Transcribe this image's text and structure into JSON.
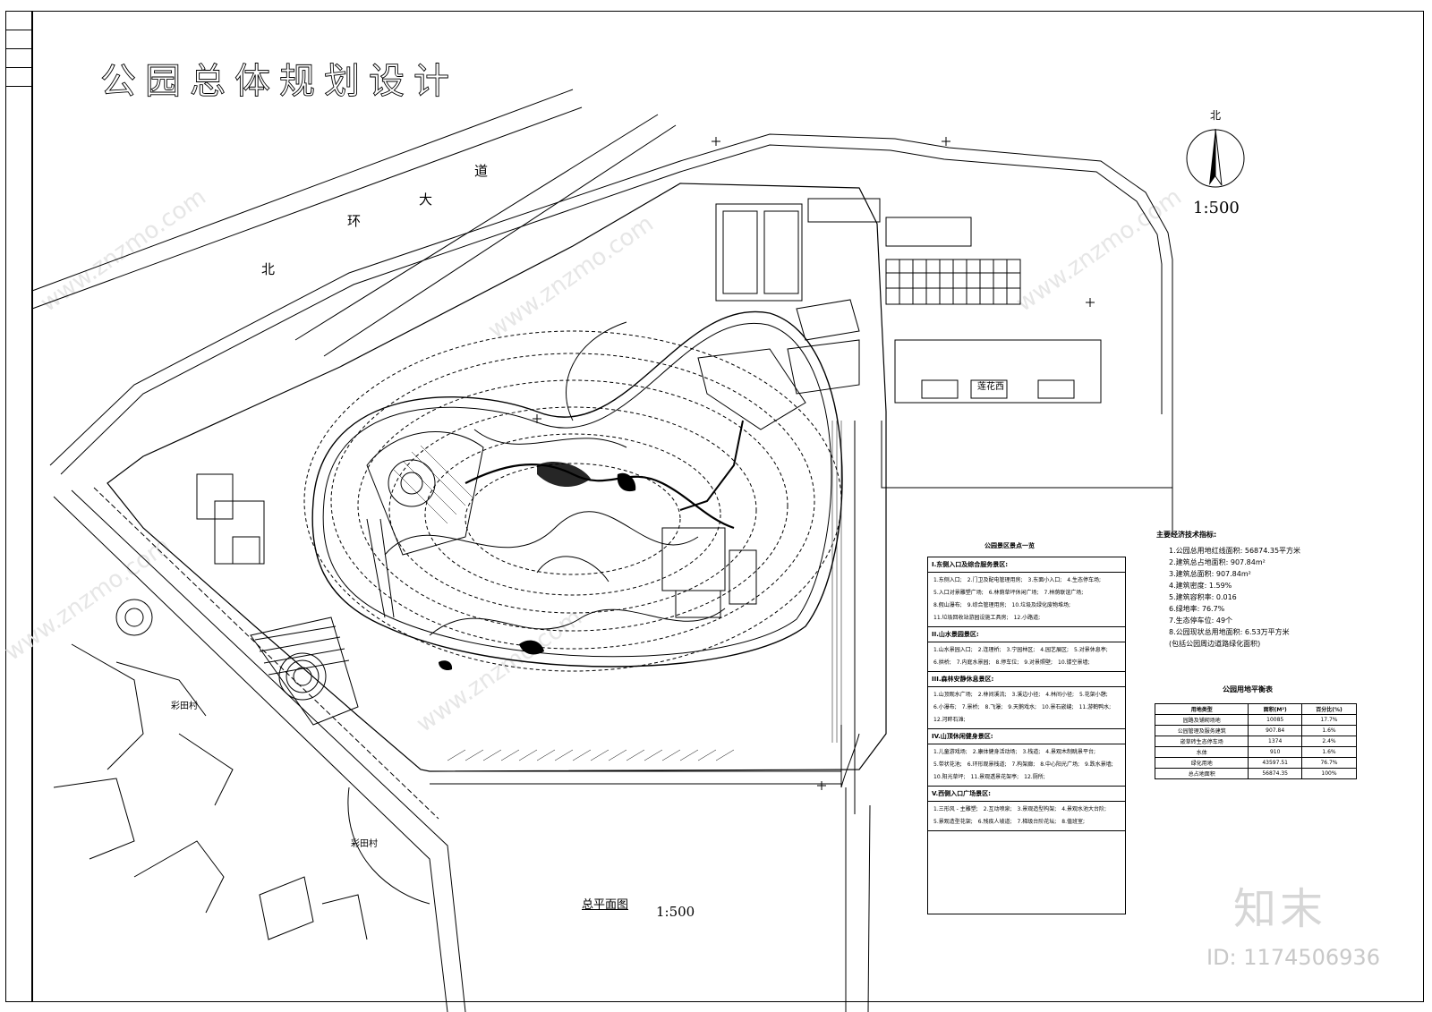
{
  "title": "公园总体规划设计",
  "roads": {
    "north_ring_1": "北",
    "north_ring_2": "环",
    "north_ring_3": "大",
    "north_ring_4": "道"
  },
  "regions": {
    "caitian_1": "彩田村",
    "caitian_2": "彩田村",
    "bldg_label": "莲花西"
  },
  "compass": {
    "north": "北",
    "scale": "1:500"
  },
  "plan": {
    "title": "总平面图",
    "scale": "1:500"
  },
  "legend": {
    "title": "公园景区景点一览",
    "sections": [
      {
        "head": "I.东侧入口及综合服务景区:",
        "items": [
          "1.东侧入口;",
          "2.门卫及配电管理用房;",
          "3.东面小入口;",
          "4.生态停车场;",
          "5.入口对景雕塑广场;",
          "6.林荫草坪休闲广场;",
          "7.林荫联谊广场;",
          "8.假山瀑布;",
          "9.综合管理用房;",
          "10.垃圾及绿化废物堆场;",
          "11.垃圾回收站游园设施工具房;",
          "12.小路道;"
        ]
      },
      {
        "head": "II.山水景园景区:",
        "items": [
          "1.山水景园入口;",
          "2.连理桥;",
          "3.宁园林区;",
          "4.园艺展区;",
          "5.对景休息亭;",
          "6.拱桥;",
          "7.内庭水景园;",
          "8.停车位;",
          "9.对景照壁;",
          "10.镂空景墙;"
        ]
      },
      {
        "head": "III.森林安静休息景区:",
        "items": [
          "1.山顶观水广场;",
          "2.林间溪流;",
          "3.溪边小径;",
          "4.林间小径;",
          "5.花架小憩;",
          "6.小瀑布;",
          "7.景桥;",
          "8.飞瀑;",
          "9.天鹅戏水;",
          "10.景石嵌缝;",
          "11.游鹤鸭水;",
          "12.河畔石滩;"
        ]
      },
      {
        "head": "IV.山顶休闲健身景区:",
        "items": [
          "1.儿童游戏场;",
          "2.康体健身活动场;",
          "3.栈道;",
          "4.景观木制眺景平台;",
          "5.带状花池;",
          "6.环形观景栈道;",
          "7.构架廊;",
          "8.中心阳光广场;",
          "9.跌水景墙;",
          "10.阳光草坪;",
          "11.景观透景花架亭;",
          "12.厕所;"
        ]
      },
      {
        "head": "V.西侧入口广场景区:",
        "items": [
          "1.三形风 - 主雕塑;",
          "2.互动喷泉;",
          "3.景观造型构架;",
          "4.景观水池大台阶;",
          "5.景观造型花架;",
          "6.残疾人坡道;",
          "7.梯级台阶花坛;",
          "8.值班室;"
        ]
      }
    ]
  },
  "tech": {
    "title": "主要经济技术指标:",
    "items": [
      "1.公园总用地红线面积: 56874.35平方米",
      "2.建筑总占地面积: 907.84m²",
      "3.建筑总面积: 907.84m²",
      "4.建筑密度: 1.59%",
      "5.建筑容积率: 0.016",
      "6.绿地率: 76.7%",
      "7.生态停车位: 49个",
      "8.公园现状总用地面积: 6.53万平方米",
      "(包括公园周边道路绿化面积)"
    ]
  },
  "balance": {
    "title": "公园用地平衡表",
    "headers": [
      "用地类型",
      "面积(M²)",
      "百分比(%)"
    ],
    "rows": [
      [
        "园路及铺砌场地",
        "10085",
        "17.7%"
      ],
      [
        "公园管理及服务建筑",
        "907.84",
        "1.6%"
      ],
      [
        "嵌草砖生态停车场",
        "1374",
        "2.4%"
      ],
      [
        "水体",
        "910",
        "1.6%"
      ],
      [
        "绿化用地",
        "43597.51",
        "76.7%"
      ],
      [
        "总占地面积",
        "56874.35",
        "100%"
      ]
    ]
  },
  "watermark": {
    "logo": "知末",
    "id": "ID: 1174506936",
    "site": "www.znzmo.com"
  }
}
